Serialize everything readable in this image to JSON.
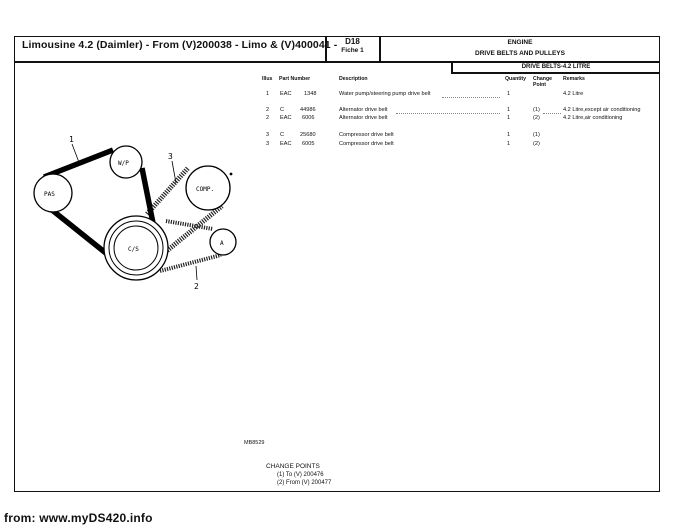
{
  "header": {
    "title": "Limousine 4.2 (Daimler) - From (V)200038 - Limo & (V)400041 -",
    "section_code": "D18",
    "fiche": "Fiche 1",
    "group": "ENGINE",
    "subgroup": "DRIVE BELTS AND PULLEYS",
    "panel_title": "DRIVE BELTS-4.2 LITRE"
  },
  "table": {
    "columns": {
      "illus": "Illus",
      "part_number": "Part Number",
      "description": "Description",
      "quantity": "Quantity",
      "change_point": "Change Point",
      "remarks": "Remarks"
    },
    "rows": [
      {
        "illus": "1",
        "prefix": "EAC",
        "number": "1348",
        "description": "Water pump/steering pump drive belt",
        "quantity": "1",
        "change": "",
        "remarks": "4.2 Litre"
      },
      {
        "illus": "2",
        "prefix": "C",
        "number": "44986",
        "description": "Alternator drive belt",
        "quantity": "1",
        "change": "(1)",
        "remarks": "4.2 Litre,except air conditioning"
      },
      {
        "illus": "2",
        "prefix": "EAC",
        "number": "6006",
        "description": "Alternator drive belt",
        "quantity": "1",
        "change": "(2)",
        "remarks": "4.2 Litre,air conditioning"
      },
      {
        "illus": "3",
        "prefix": "C",
        "number": "25680",
        "description": "Compressor drive belt",
        "quantity": "1",
        "change": "(1)",
        "remarks": ""
      },
      {
        "illus": "3",
        "prefix": "EAC",
        "number": "6005",
        "description": "Compressor drive belt",
        "quantity": "1",
        "change": "(2)",
        "remarks": ""
      }
    ]
  },
  "diagram": {
    "callouts": [
      "1",
      "2",
      "3"
    ],
    "pulleys": {
      "pas": "PAS",
      "wp": "W/P",
      "comp": "COMP.",
      "cs": "C/S",
      "alt": "A"
    },
    "ref": "MB8529"
  },
  "change_points": {
    "title": "CHANGE POINTS",
    "items": [
      "(1) To (V) 200476",
      "(2) From (V) 200477"
    ]
  },
  "footer": "from: www.myDS420.info"
}
